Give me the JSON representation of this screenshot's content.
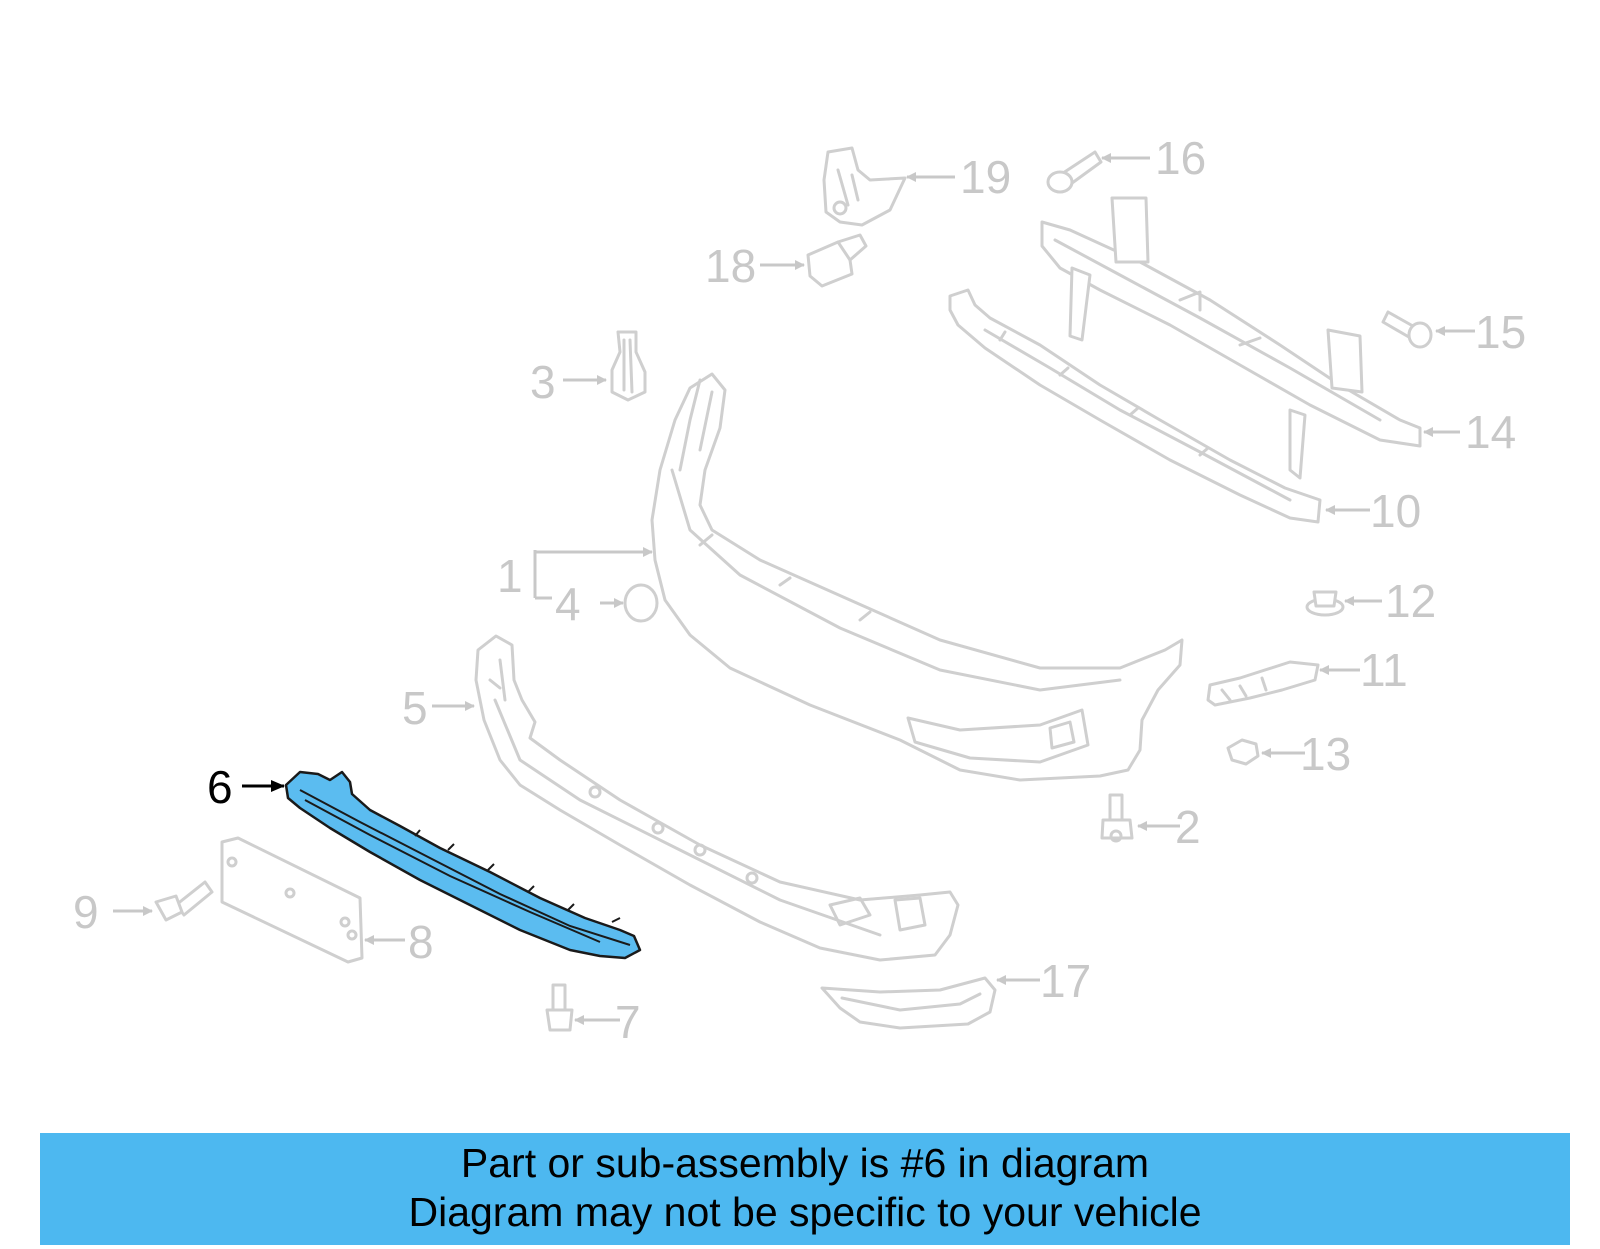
{
  "diagram": {
    "highlighted_part": "6",
    "callouts": [
      "1",
      "2",
      "3",
      "4",
      "5",
      "6",
      "7",
      "8",
      "9",
      "10",
      "11",
      "12",
      "13",
      "14",
      "15",
      "16",
      "17",
      "18",
      "19"
    ]
  },
  "banner": {
    "line1": "Part or sub-assembly is #6 in diagram",
    "line2": "Diagram may not be specific to your vehicle"
  },
  "colors": {
    "highlight": "#5bbcf0",
    "banner": "#4db8f0",
    "ghost": "#cfcfcf"
  }
}
